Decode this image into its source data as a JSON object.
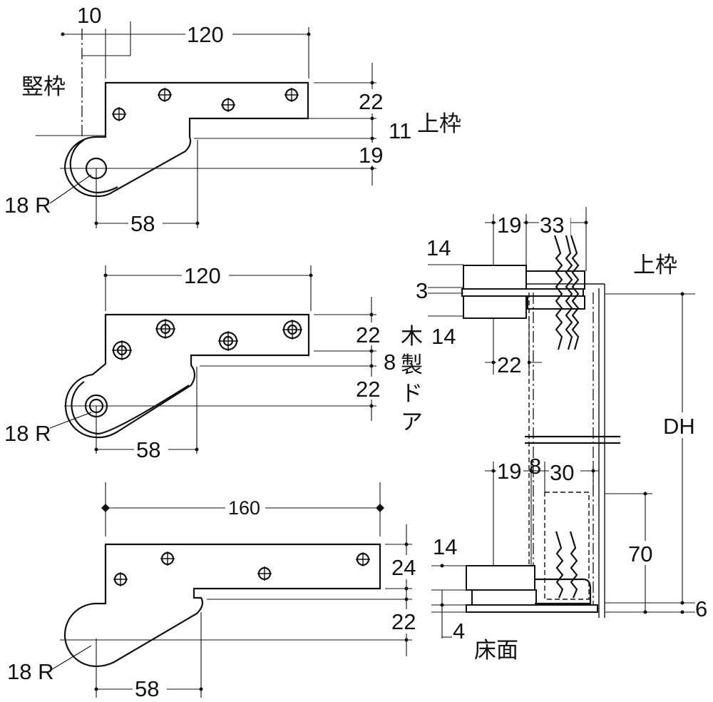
{
  "top_view": {
    "dim_offset": "10",
    "dim_width": "120",
    "dim_plate_height": "22",
    "dim_step": "11",
    "dim_pivot": "19",
    "dim_radius": "18 R",
    "dim_base": "58",
    "label_side_frame": "竪枠",
    "label_top_frame": "上枠"
  },
  "middle_view": {
    "dim_width": "120",
    "dim_plate_height": "22",
    "dim_step": "8",
    "dim_pivot": "22",
    "dim_radius": "18 R",
    "dim_base": "58",
    "label_wood_door": [
      "木",
      "製",
      "ド",
      "ア"
    ]
  },
  "bottom_view": {
    "dim_width": "160",
    "dim_plate_height": "24",
    "dim_pivot": "22",
    "dim_radius": "18 R",
    "dim_base": "58"
  },
  "section_view": {
    "dim_upper_19": "19",
    "dim_upper_33": "33",
    "dim_upper_14a": "14",
    "dim_upper_3": "3",
    "dim_upper_14b": "14",
    "dim_upper_22": "22",
    "label_top_frame": "上枠",
    "dim_door_height": "DH",
    "dim_lower_19": "19",
    "dim_lower_8": "8",
    "dim_lower_30": "30",
    "dim_lower_70": "70",
    "dim_lower_14": "14",
    "dim_lower_4": "4",
    "dim_lower_6": "6",
    "label_floor": "床面"
  }
}
